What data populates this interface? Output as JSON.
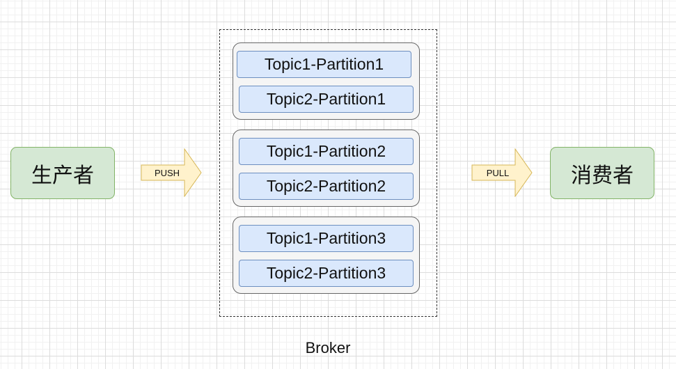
{
  "producer": {
    "label": "生产者"
  },
  "consumer": {
    "label": "消费者"
  },
  "push_arrow": {
    "label": "PUSH"
  },
  "pull_arrow": {
    "label": "PULL"
  },
  "broker": {
    "label": "Broker",
    "groups": [
      {
        "partitions": [
          "Topic1-Partition1",
          "Topic2-Partition1"
        ]
      },
      {
        "partitions": [
          "Topic1-Partition2",
          "Topic2-Partition2"
        ]
      },
      {
        "partitions": [
          "Topic1-Partition3",
          "Topic2-Partition3"
        ]
      }
    ]
  },
  "colors": {
    "actor_fill": "#d5e8d4",
    "actor_stroke": "#82b366",
    "arrow_fill": "#fff2cc",
    "arrow_stroke": "#d6b656",
    "partition_fill": "#dae8fc",
    "partition_stroke": "#6c8ebf",
    "group_fill": "#f5f5f5",
    "group_stroke": "#666666"
  }
}
